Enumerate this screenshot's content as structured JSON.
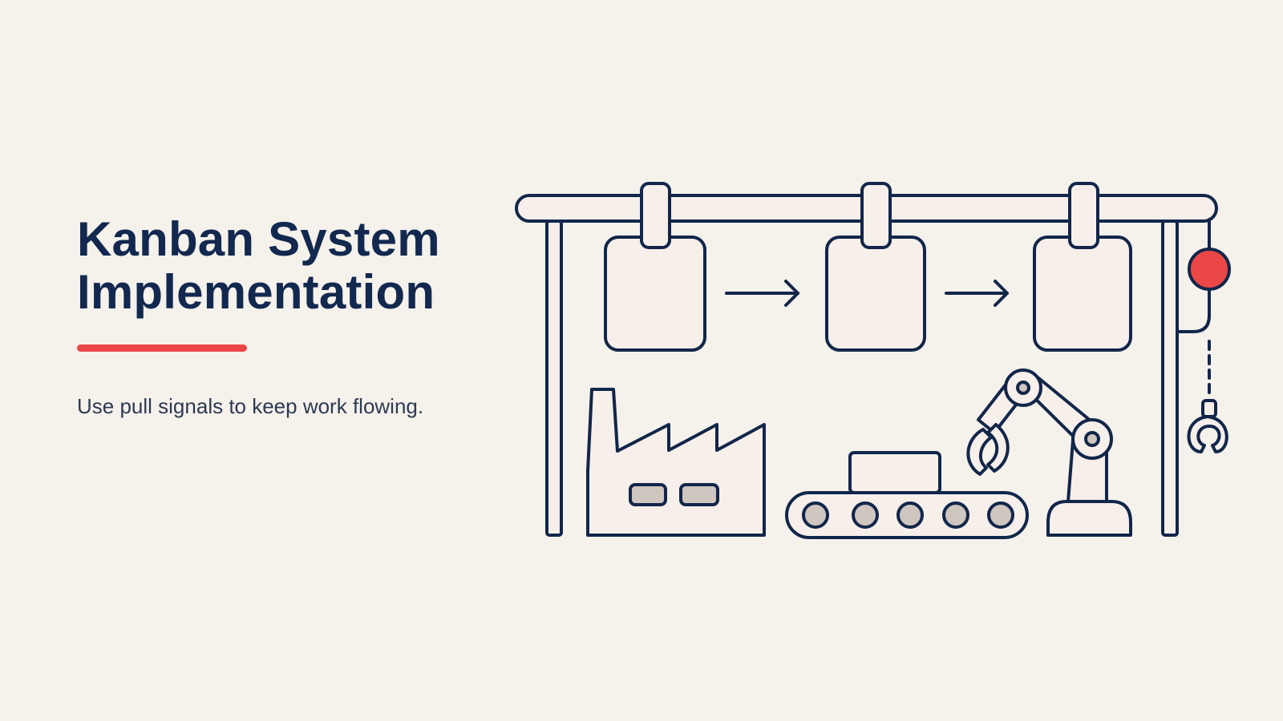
{
  "slide": {
    "title_line1": "Kanban System",
    "title_line2": "Implementation",
    "subtitle": "Use pull signals to keep work flowing."
  },
  "colors": {
    "background": "#f5f1eb",
    "ink": "#12264a",
    "title": "#12284f",
    "subtitle": "#2c3a52",
    "accent": "#ec4747",
    "card_fill": "#f6efea",
    "window_fill": "#cfc6c0"
  },
  "illustration": {
    "kanban_card_count": 3,
    "conveyor_roller_count": 5,
    "icons": [
      "overhead-rail-icon",
      "kanban-card-icon",
      "arrow-right-icon",
      "signal-light-icon",
      "hanging-claw-icon",
      "factory-icon",
      "conveyor-belt-icon",
      "robotic-arm-icon"
    ]
  }
}
